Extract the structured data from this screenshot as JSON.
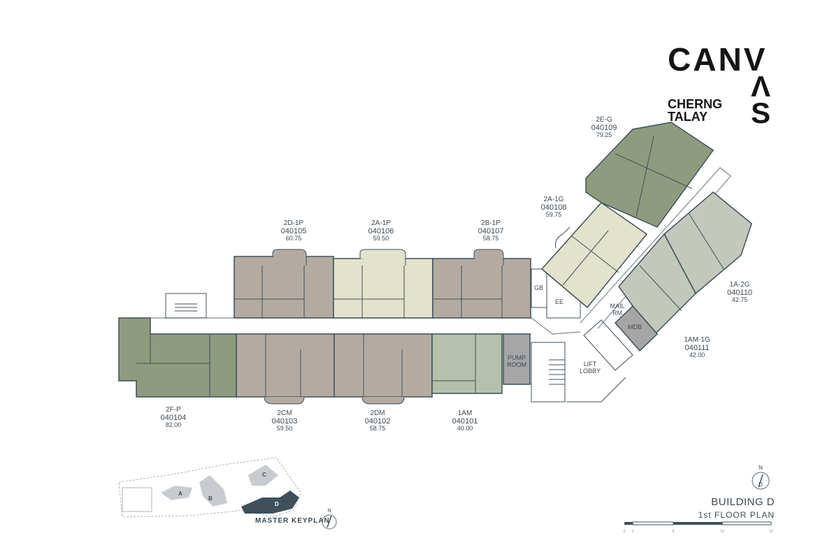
{
  "logo": {
    "main": "CANV",
    "sub_line1": "CHERNG",
    "sub_line2": "TALAY",
    "side_glyph_1": "Λ",
    "side_glyph_2": "S"
  },
  "units": {
    "u104": {
      "type": "2F-P",
      "code": "040104",
      "area": "82.00"
    },
    "u103": {
      "type": "2CM",
      "code": "040103",
      "area": "59.50"
    },
    "u102": {
      "type": "2DM",
      "code": "040102",
      "area": "58.75"
    },
    "u101": {
      "type": "1AM",
      "code": "040101",
      "area": "40.00"
    },
    "u105": {
      "type": "2D-1P",
      "code": "040105",
      "area": "60.75"
    },
    "u106": {
      "type": "2A-1P",
      "code": "040106",
      "area": "59.50"
    },
    "u107": {
      "type": "2B-1P",
      "code": "040107",
      "area": "58.75"
    },
    "u108": {
      "type": "2A-1G",
      "code": "040108",
      "area": "59.75"
    },
    "u109": {
      "type": "2E-G",
      "code": "040109",
      "area": "79.25"
    },
    "u110": {
      "type": "1A-2G",
      "code": "040110",
      "area": "42.75"
    },
    "u111": {
      "type": "1AM-1G",
      "code": "040111",
      "area": "42.00"
    }
  },
  "rooms": {
    "pump": "PUMP ROOM",
    "gb": "GB",
    "ee": "EE",
    "mail": "MAIL RM",
    "mdb": "MDB",
    "lift": "LIFT LOBBY"
  },
  "building": {
    "name": "BUILDING D",
    "floor": "1st  FLOOR  PLAN"
  },
  "keyplan": {
    "title": "MASTER KEYPLAN",
    "blocks": [
      "A",
      "B",
      "C",
      "D"
    ]
  },
  "north": {
    "letter": "N",
    "block_letter": "D"
  },
  "scale": {
    "ticks": [
      "0",
      "1",
      "5",
      "10",
      "15"
    ]
  },
  "colors": {
    "gray_brown": "#b3aba2",
    "cream": "#e3e2cc",
    "sage": "#b6c0ac",
    "olive": "#8e9b7e",
    "pale_sage": "#c2c8bb",
    "wall": "#3f505b",
    "pump": "#a6a6a6"
  }
}
